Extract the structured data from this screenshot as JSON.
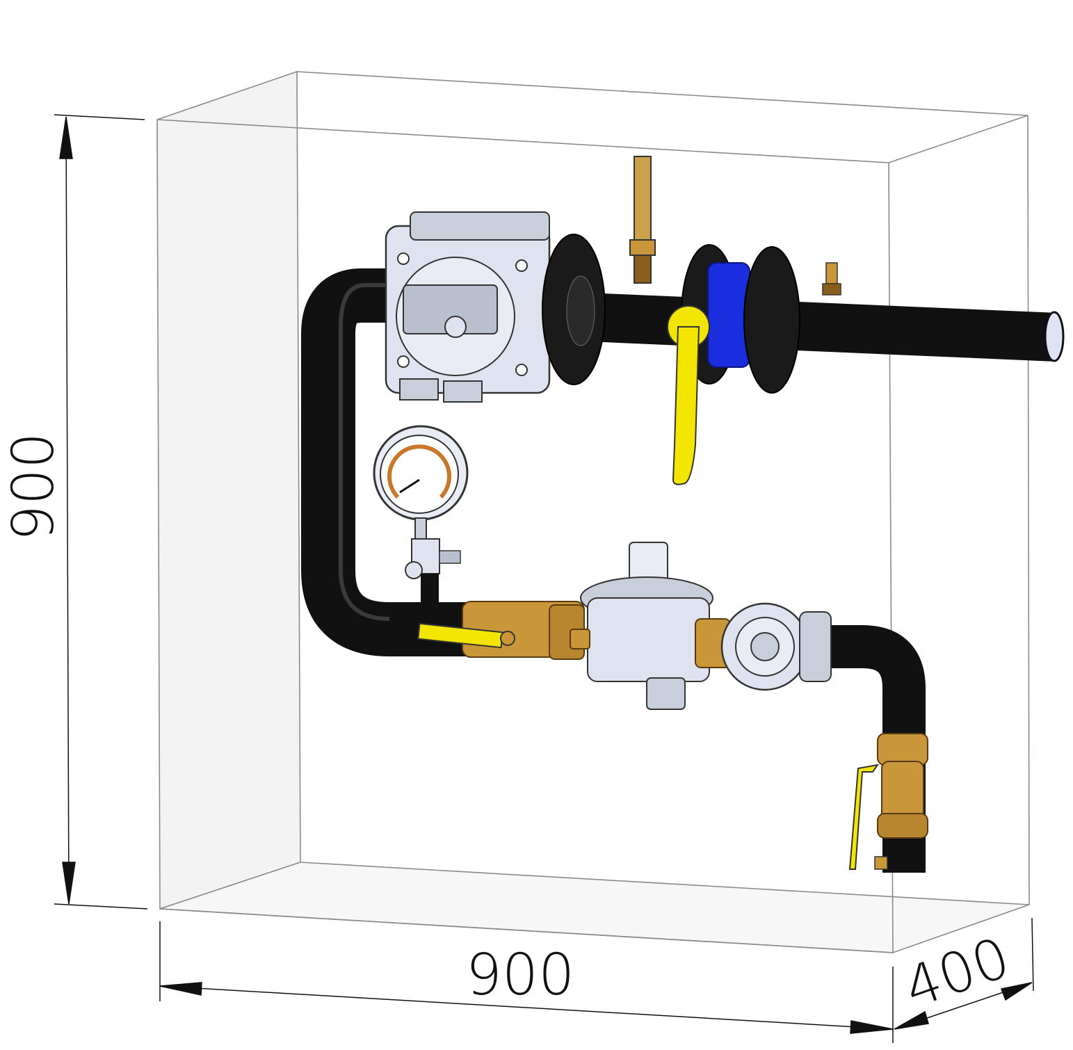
{
  "dimensions": {
    "height": "900",
    "width": "900",
    "depth": "400"
  },
  "colors": {
    "pipe": "#111111",
    "pipe_highlight": "#3a3a3a",
    "brass": "#c9963a",
    "brass_dark": "#8a5f1c",
    "lever_yellow": "#f2e600",
    "valve_blue": "#1a2ee0",
    "metal_light": "#dfe3ef",
    "metal_mid": "#b9bfcf",
    "box_line": "#8a8a8a",
    "box_fill": "#f4f4f4",
    "gauge_dial": "#c8782a"
  }
}
